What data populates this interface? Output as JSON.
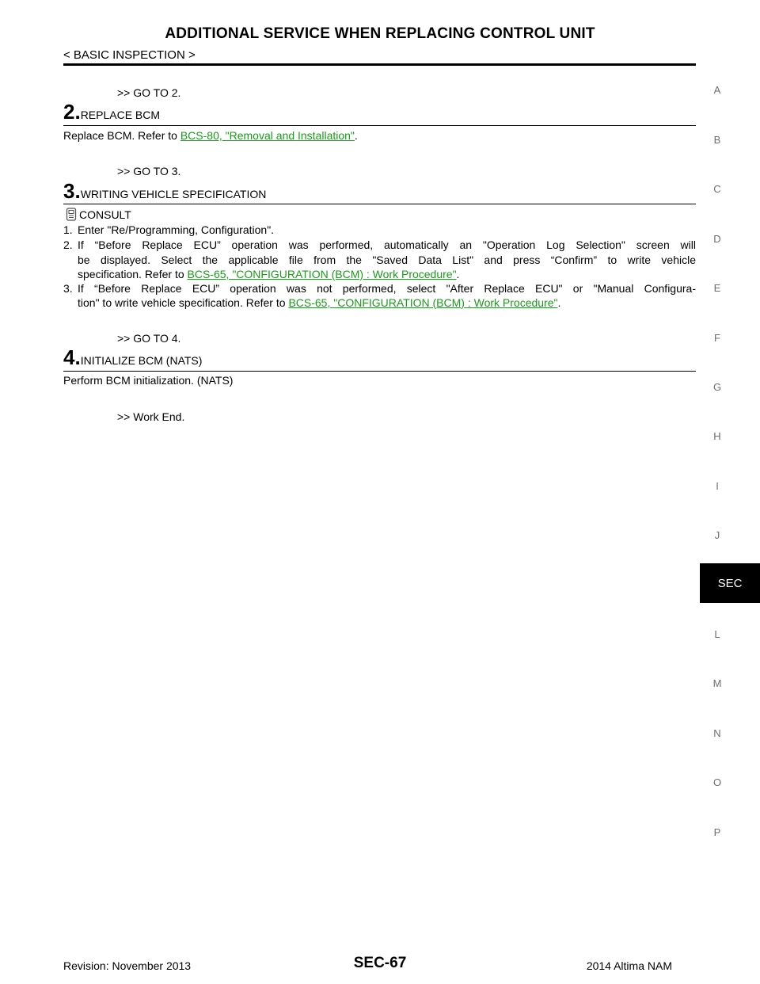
{
  "header": {
    "title": "ADDITIONAL SERVICE WHEN REPLACING CONTROL UNIT",
    "breadcrumb": "< BASIC INSPECTION >"
  },
  "side_index": [
    "A",
    "B",
    "C",
    "D",
    "E",
    "F",
    "G",
    "H",
    "I",
    "J",
    "SEC",
    "L",
    "M",
    "N",
    "O",
    "P"
  ],
  "active_tab": "SEC",
  "content": {
    "goto_1": ">> GO TO 2.",
    "step2": {
      "num": "2.",
      "title": "REPLACE BCM",
      "text_before": "Replace BCM. Refer to ",
      "link": "BCS-80, \"Removal and Installation\"",
      "text_after": "."
    },
    "goto_2": ">> GO TO 3.",
    "step3": {
      "num": "3.",
      "title": "WRITING VEHICLE SPECIFICATION",
      "consult": "CONSULT",
      "item1_num": "1.",
      "item1": "Enter \"Re/Programming, Configuration\".",
      "item2_num": "2.",
      "item2_line1": "If “Before Replace ECU” operation was performed, automatically an \"Operation Log Selection\" screen will",
      "item2_line2": "be displayed. Select the applicable file from the \"Saved Data List\" and press “Confirm” to write vehicle",
      "item2_line3": "specification. Refer to ",
      "item2_link": "BCS-65, \"CONFIGURATION (BCM) : Work Procedure\"",
      "item2_after": ".",
      "item3_num": "3.",
      "item3_line1": "If “Before Replace ECU” operation was not performed, select \"After Replace ECU\" or \"Manual Configura-",
      "item3_line2": "tion\" to write vehicle specification. Refer to ",
      "item3_link": "BCS-65, \"CONFIGURATION (BCM) : Work Procedure\"",
      "item3_after": "."
    },
    "goto_3": ">> GO TO 4.",
    "step4": {
      "num": "4.",
      "title": "INITIALIZE BCM (NATS)",
      "text": "Perform BCM initialization. (NATS)"
    },
    "goto_end": ">> Work End."
  },
  "footer": {
    "revision": "Revision: November 2013",
    "page": "SEC-67",
    "model": "2014 Altima NAM"
  }
}
